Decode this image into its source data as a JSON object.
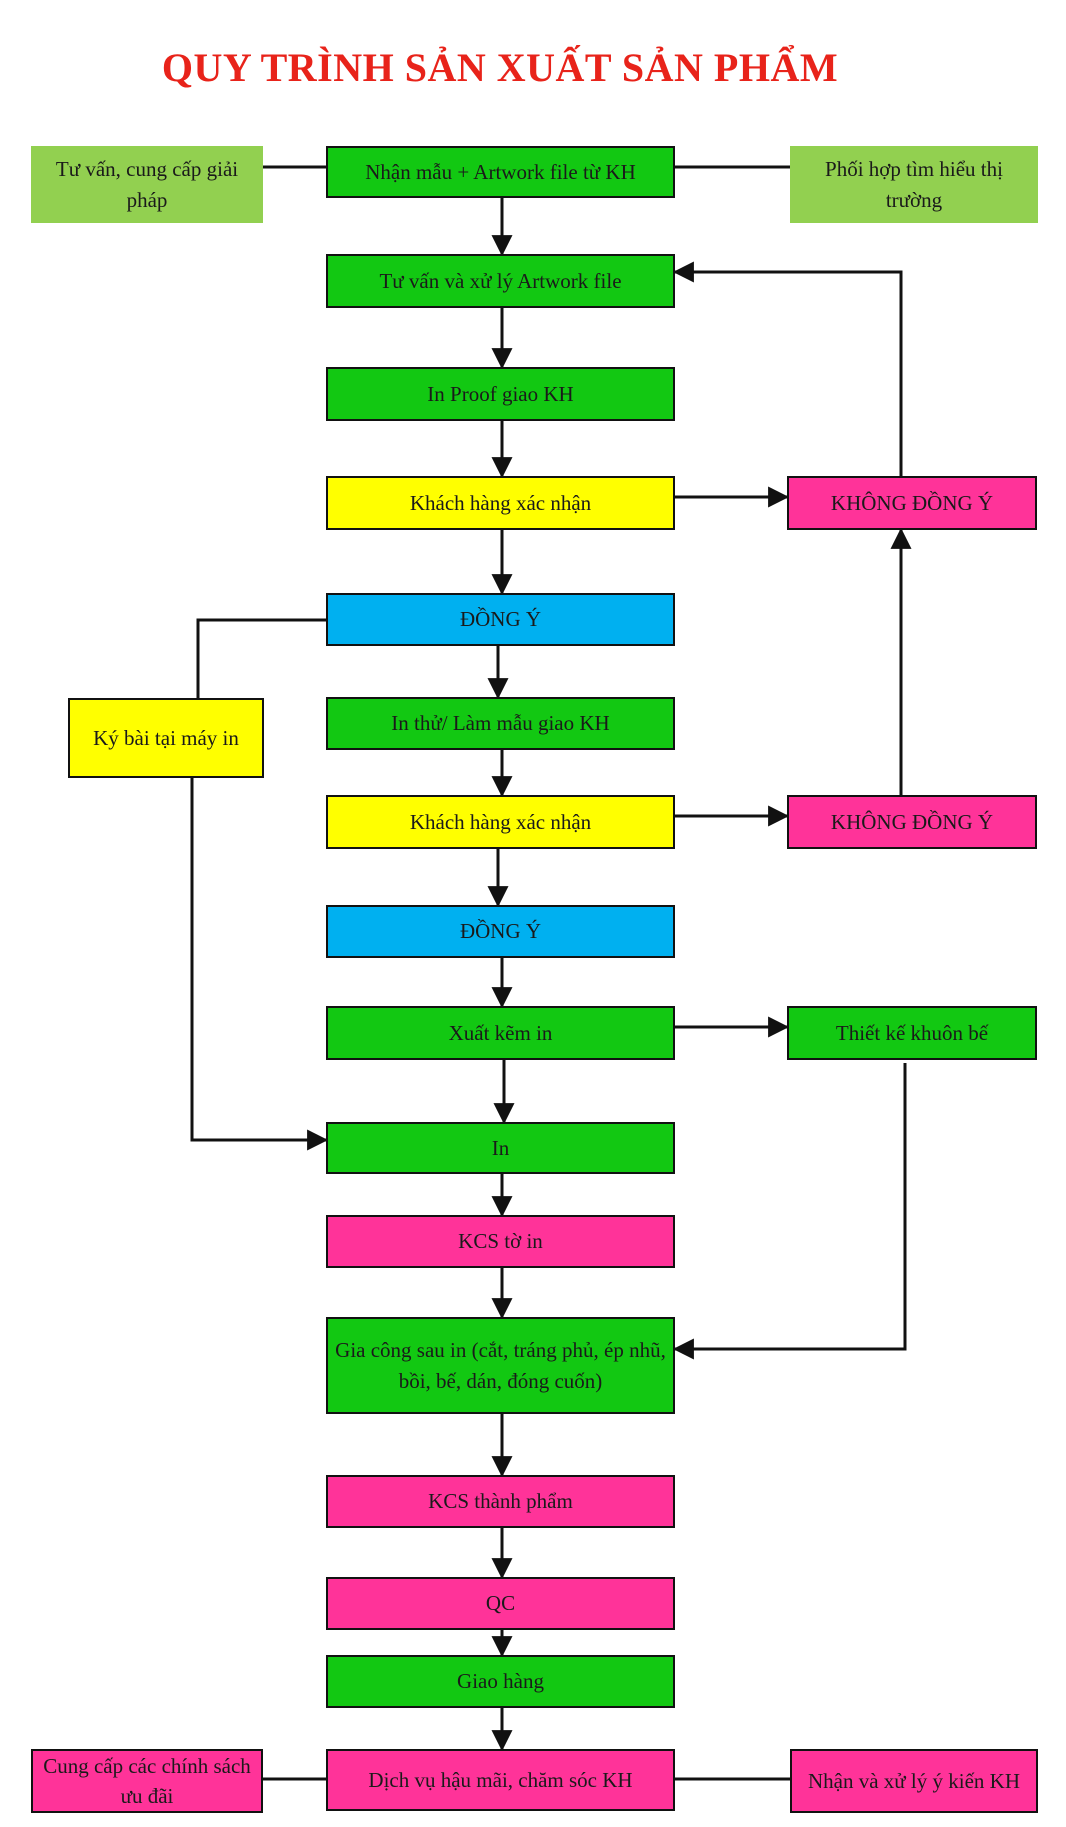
{
  "title": "QUY TRÌNH SẢN XUẤT SẢN PHẨM",
  "colors": {
    "green": "#12c812",
    "light_green": "#92d050",
    "yellow": "#ffff00",
    "blue": "#00b0f0",
    "pink": "#ff3399",
    "title_red": "#e8231a"
  },
  "steps": {
    "receive": "Nhận mẫu + Artwork file từ KH",
    "advise_left": "Tư vấn, cung cấp giải pháp",
    "market_right": "Phối hợp tìm hiểu thị trường",
    "artwork": "Tư vấn và xử lý Artwork file",
    "proof": "In Proof giao KH",
    "confirm1": "Khách hàng xác nhận",
    "disagree1": "KHÔNG ĐỒNG Ý",
    "agree1": "ĐỒNG Ý",
    "sign_press": "Ký bài tại máy in",
    "sample": "In thử/ Làm mẫu giao KH",
    "confirm2": "Khách hàng xác nhận",
    "disagree2": "KHÔNG ĐỒNG Ý",
    "agree2": "ĐỒNG Ý",
    "plate": "Xuất kẽm in",
    "die_design": "Thiết kế khuôn bế",
    "print": "In",
    "kcs_sheet": "KCS tờ in",
    "finishing": "Gia công sau in (cắt, tráng phủ, ép nhũ, bồi, bế, dán, đóng cuốn)",
    "kcs_product": "KCS thành phẩm",
    "qc": "QC",
    "delivery": "Giao hàng",
    "after_sales": "Dịch vụ hậu mãi, chăm sóc KH",
    "incentives": "Cung cấp các chính sách ưu đãi",
    "feedback": "Nhận và xử lý ý kiến KH"
  }
}
